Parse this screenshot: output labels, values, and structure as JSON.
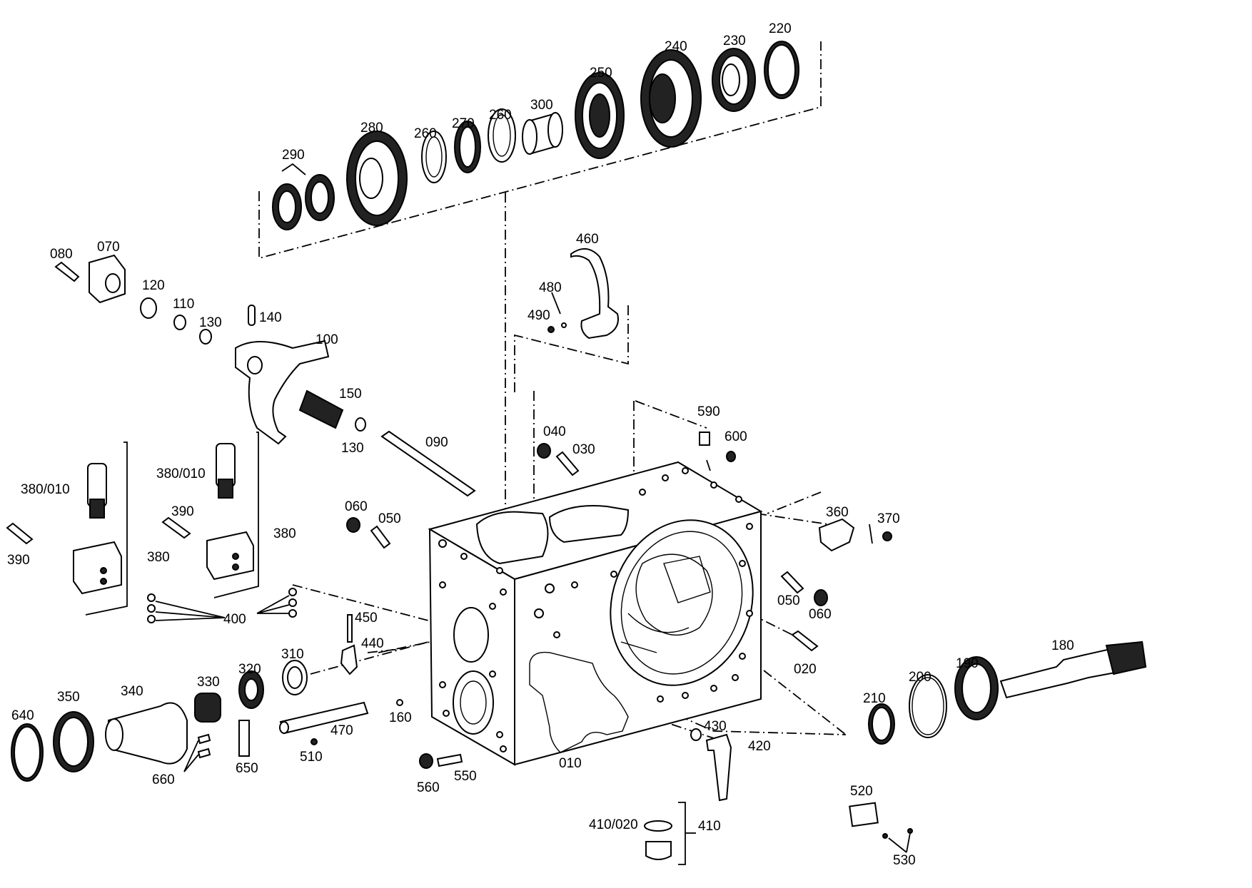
{
  "parts": [
    "010",
    "020",
    "030",
    "040",
    "050",
    "050",
    "060",
    "060",
    "070",
    "080",
    "090",
    "100",
    "110",
    "120",
    "130",
    "130",
    "140",
    "150",
    "160",
    "180",
    "190",
    "200",
    "210",
    "220",
    "230",
    "240",
    "250",
    "260",
    "260",
    "270",
    "280",
    "290",
    "300",
    "310",
    "320",
    "330",
    "340",
    "350",
    "360",
    "370",
    "380",
    "380",
    "380/010",
    "380/010",
    "390",
    "390",
    "400",
    "410",
    "410/020",
    "420",
    "430",
    "440",
    "450",
    "460",
    "470",
    "480",
    "490",
    "510",
    "520",
    "530",
    "550",
    "560",
    "590",
    "600",
    "640",
    "650",
    "660"
  ]
}
